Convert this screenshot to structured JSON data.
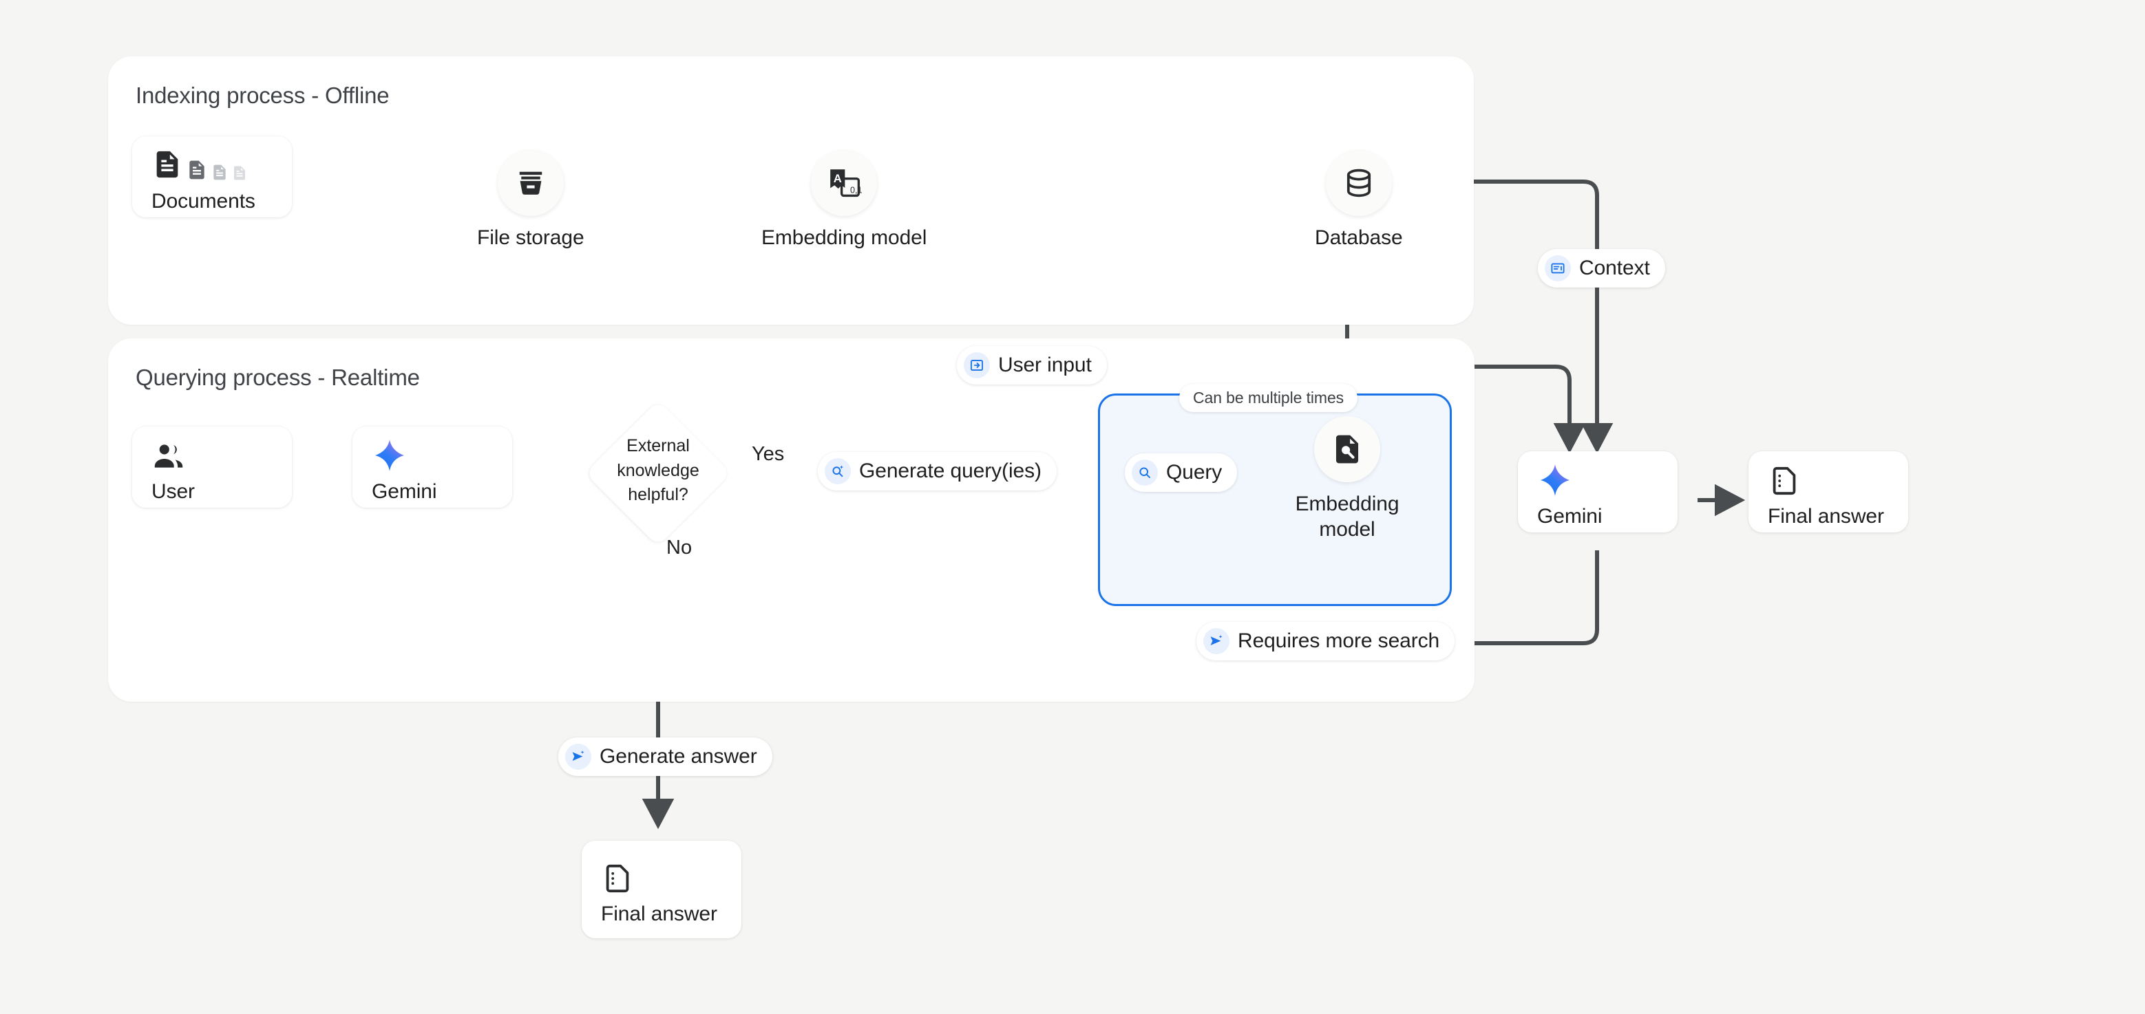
{
  "theme": {
    "page_bg": "#f5f5f3",
    "panel_bg": "#ffffff",
    "accent_blue": "#1a73e8",
    "accent_blue_soft": "#e8f0fe",
    "loop_box_bg": "#f2f7fe",
    "line_color": "#4a4d50",
    "text_color": "#1f1f1f"
  },
  "indexing": {
    "title": "Indexing process - Offline",
    "nodes": {
      "documents": {
        "label": "Documents",
        "icon": "documents-icon"
      },
      "file_storage": {
        "label": "File storage",
        "icon": "file-storage-icon"
      },
      "embedding_model": {
        "label": "Embedding model",
        "icon": "translate-embedding-icon"
      },
      "database": {
        "label": "Database",
        "icon": "database-icon"
      }
    }
  },
  "querying": {
    "title": "Querying process - Realtime",
    "nodes": {
      "user": {
        "label": "User",
        "icon": "users-icon"
      },
      "gemini_first": {
        "label": "Gemini",
        "icon": "gemini-sparkle-icon"
      },
      "decision": {
        "label": "External knowledge helpful?",
        "icon": "diamond-decision"
      },
      "embedding_model": {
        "label": "Embedding model",
        "icon": "document-search-icon"
      },
      "gemini_second": {
        "label": "Gemini",
        "icon": "gemini-sparkle-icon"
      },
      "final_answer_right": {
        "label": "Final answer",
        "icon": "answer-document-icon"
      },
      "final_answer_bottom": {
        "label": "Final answer",
        "icon": "answer-document-icon"
      }
    },
    "pills": {
      "user_input": {
        "label": "User input",
        "icon": "login-icon"
      },
      "context": {
        "label": "Context",
        "icon": "description-card-icon"
      },
      "generate_queries": {
        "label": "Generate query(ies)",
        "icon": "search-spark-icon"
      },
      "query": {
        "label": "Query",
        "icon": "search-icon"
      },
      "can_be_multiple_times": {
        "label": "Can be multiple times",
        "icon": "none"
      },
      "requires_more_search": {
        "label": "Requires more search",
        "icon": "send-spark-icon"
      },
      "generate_answer": {
        "label": "Generate answer",
        "icon": "send-spark-icon"
      }
    },
    "edges": {
      "yes": "Yes",
      "no": "No"
    }
  }
}
